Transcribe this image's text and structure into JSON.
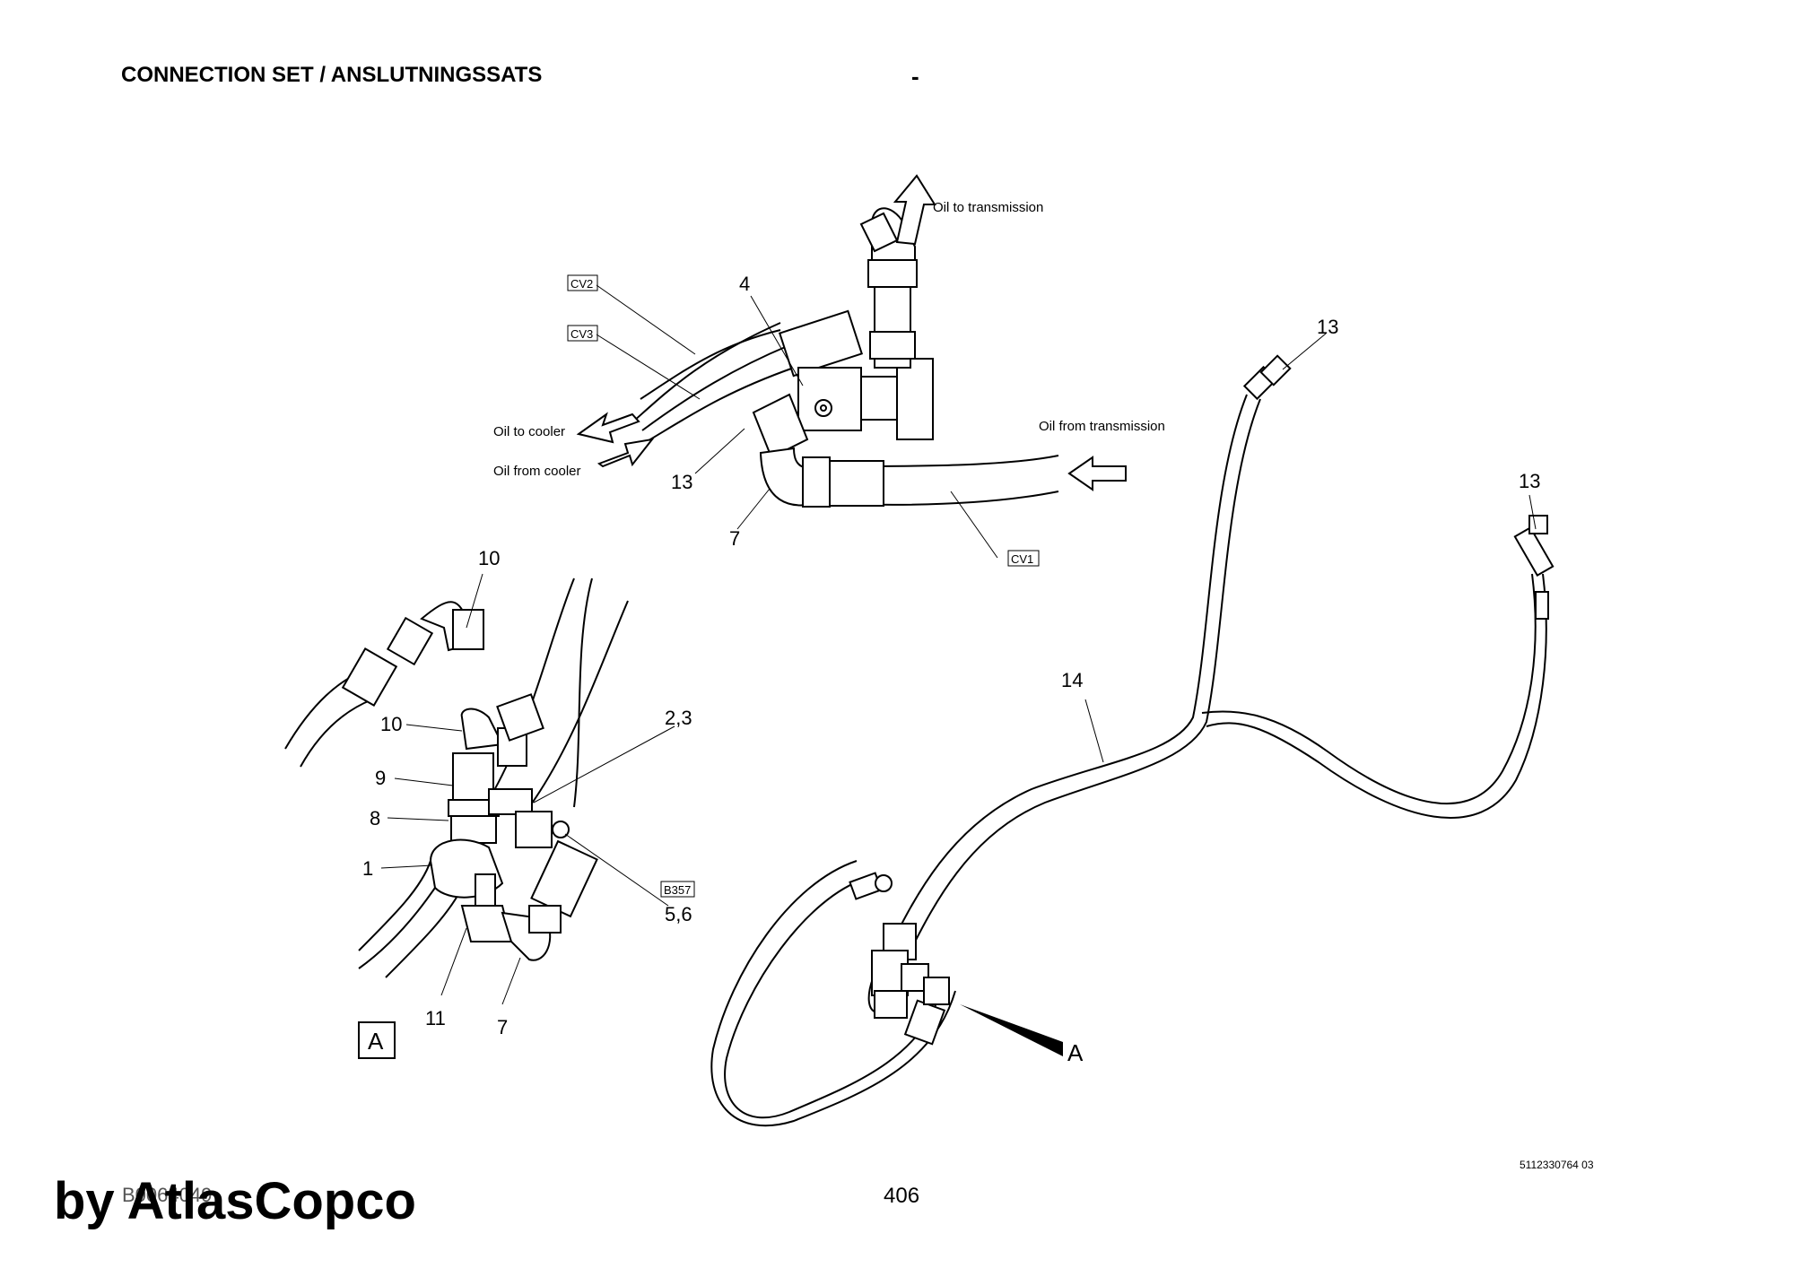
{
  "header": {
    "title": "CONNECTION SET / ANSLUTNINGSSATS",
    "dash": "-"
  },
  "footer": {
    "page_number": "406",
    "doc_ref": "5112330764 03",
    "doc_id": "B0064049",
    "watermark": "by AtlasCopco"
  },
  "top_view": {
    "flow_labels": {
      "oil_to_transmission": "Oil to transmission",
      "oil_to_cooler": "Oil to cooler",
      "oil_from_cooler": "Oil from cooler",
      "oil_from_transmission": "Oil from transmission"
    },
    "tags": {
      "cv1": "CV1",
      "cv2": "CV2",
      "cv3": "CV3"
    },
    "callouts": {
      "c4": "4",
      "c13": "13",
      "c7": "7"
    }
  },
  "detail_a": {
    "view_label": "A",
    "tag": "B357",
    "callouts": {
      "c10_top": "10",
      "c10": "10",
      "c9": "9",
      "c8": "8",
      "c1": "1",
      "c23": "2,3",
      "c56": "5,6",
      "c11": "11",
      "c7": "7"
    }
  },
  "overview": {
    "view_label": "A",
    "callouts": {
      "c13_left": "13",
      "c13_right": "13",
      "c14": "14"
    }
  }
}
